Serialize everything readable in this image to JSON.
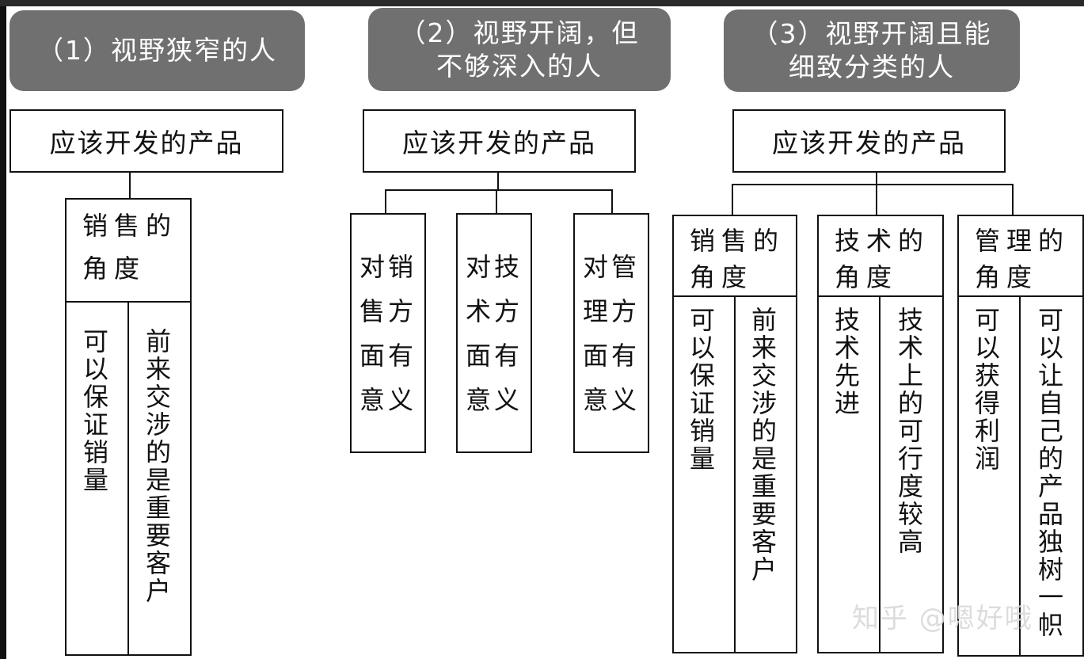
{
  "columns": [
    {
      "header": "（1）视野狭窄的人",
      "root": "应该开发的产品",
      "category": "销售的角度",
      "items": [
        "可以保证销量",
        "前来交涉的是重要客户"
      ]
    },
    {
      "header_line1": "（2）视野开阔，但",
      "header_line2": "不够深入的人",
      "root": "应该开发的产品",
      "meanings": [
        "对销售方面有意义",
        "对技术方面有意义",
        "对管理方面有意义"
      ]
    },
    {
      "header_line1": "（3）视野开阔且能",
      "header_line2": "细致分类的人",
      "root": "应该开发的产品",
      "categories": [
        {
          "title": "销售的角度",
          "items": [
            "可以保证销量",
            "前来交涉的是重要客户"
          ]
        },
        {
          "title": "技术的角度",
          "items": [
            "技术先进",
            "技术上的可行度较高"
          ]
        },
        {
          "title": "管理的角度",
          "items": [
            "可以获得利润",
            "可以让自己的产品独树一帜"
          ]
        }
      ]
    }
  ],
  "watermark": "知乎 @嗯好哦"
}
